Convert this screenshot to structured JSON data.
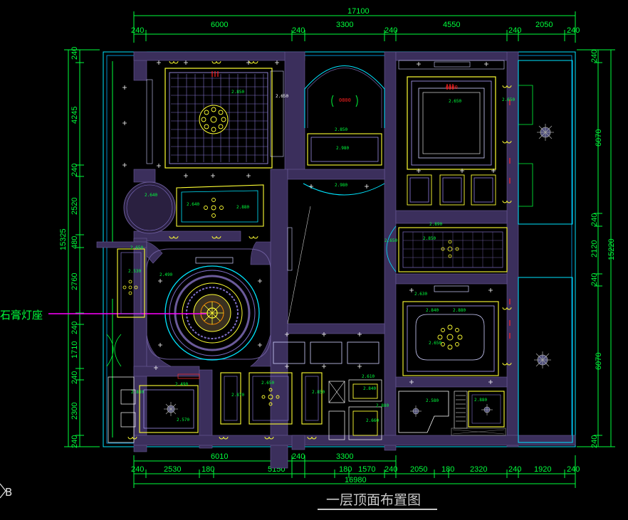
{
  "title": "一层顶面布置图",
  "leader_label": "石膏灯座",
  "north_mark": "B",
  "top_dims": {
    "overall": "17100",
    "segments": [
      "240",
      "6000",
      "240",
      "3300",
      "240",
      "4550",
      "240",
      "2050",
      "240"
    ]
  },
  "bottom_dims": {
    "row1": [
      "6010",
      "240",
      "3300"
    ],
    "row2": [
      "240",
      "2530",
      "180",
      "5150",
      "180",
      "1570",
      "240",
      "2050",
      "180",
      "2320",
      "240",
      "1920",
      "240"
    ],
    "overall": "16980"
  },
  "left_dims": {
    "overall": "15325",
    "segments": [
      "240",
      "4245",
      "240",
      "2520",
      "480",
      "2760",
      "240",
      "1710",
      "240",
      "2300",
      "240"
    ]
  },
  "right_dims": {
    "overall": "15220",
    "segments": [
      "240",
      "6070",
      "240",
      "2120",
      "240",
      "6070",
      "240"
    ]
  },
  "room_labels": {
    "r1": "2.850",
    "r1b": "2.650",
    "r2": "2.850",
    "r3": "2.980",
    "r4": "2.650",
    "r5": "2.650",
    "r6": "2.640",
    "r7": "2.640",
    "r8": "2.880",
    "r9": "2.980",
    "r10": "2.890",
    "r11": "2.850",
    "r12": "2.650",
    "r13": "2.490",
    "r14": "2.530",
    "r15": "2.650",
    "r16": "2.630",
    "r17": "2.840",
    "r18": "2.880",
    "r19": "2.650",
    "r20": "2.880",
    "r21": "2.490",
    "r22": "2.570",
    "r23": "2.870",
    "r24": "2.650",
    "r25": "2.850",
    "r26": "2.610",
    "r27": "2.840",
    "r28": "2.880",
    "r29": "2.660",
    "r30": "2.580",
    "r31": "2.880"
  },
  "red_marks": {
    "m1": "0800",
    "m2": "0800"
  }
}
